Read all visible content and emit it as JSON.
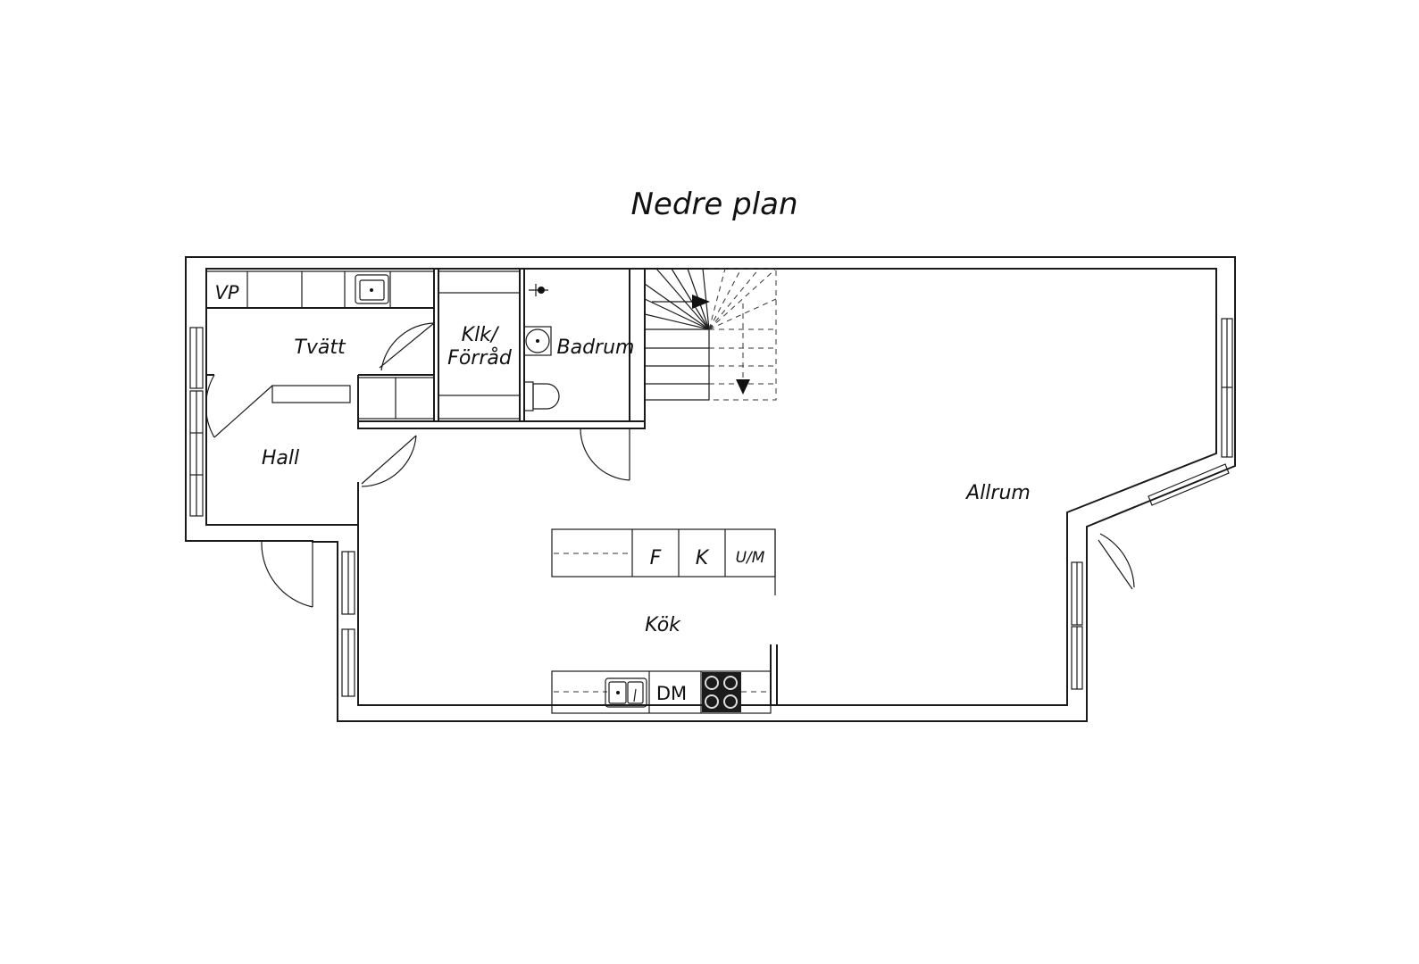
{
  "title": "Nedre plan",
  "rooms": {
    "vp": "VP",
    "tvatt": "Tvätt",
    "klk_line1": "Klk/",
    "klk_line2": "Förråd",
    "badrum": "Badrum",
    "hall": "Hall",
    "allrum": "Allrum",
    "kok": "Kök"
  },
  "appliances": {
    "f": "F",
    "k": "K",
    "um": "U/M",
    "dm": "DM"
  }
}
